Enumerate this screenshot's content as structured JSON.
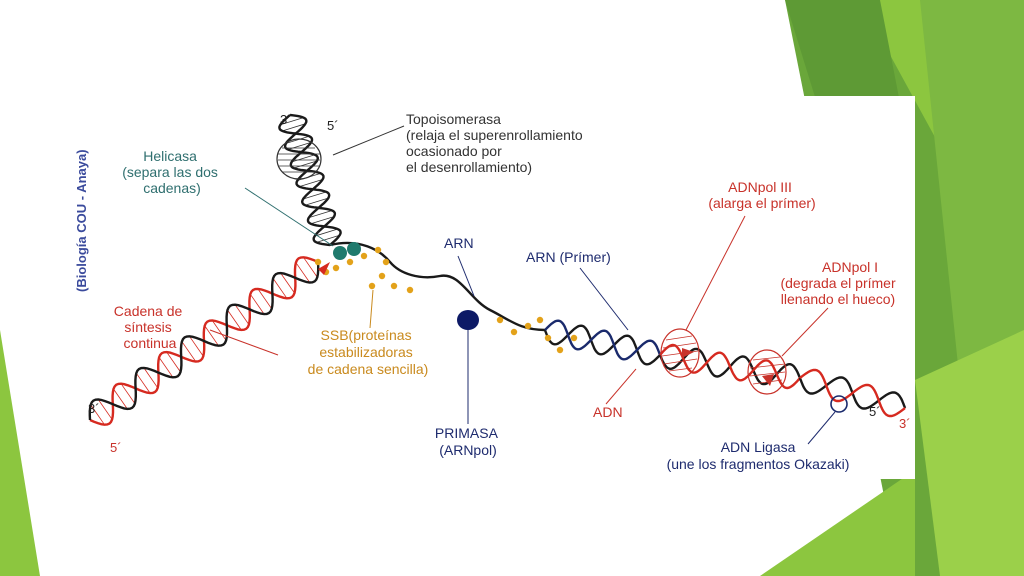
{
  "colors": {
    "green_light": "#8cc63f",
    "green_mid": "#6aa73a",
    "green_dark": "#4f8f2e",
    "label_red": "#c8322a",
    "label_teal": "#2f6f6f",
    "label_navy": "#1e2b6e",
    "label_orange": "#c98a1e",
    "label_black": "#333333",
    "strand_black": "#1a1a1a",
    "strand_red": "#d62a20",
    "strand_navy": "#1a2a6c",
    "ssb_yellow": "#e3a21a",
    "helicase_teal": "#1f7a6d",
    "primasa_navy": "#0d1a66"
  },
  "side_label": "(Biología COU - Anaya)",
  "strand_ends": {
    "top_3": "3´",
    "top_5": "5´",
    "left_3": "3´",
    "left_5": "5´",
    "right_5": "5´",
    "right_3": "3´"
  },
  "labels": {
    "topoisomerasa": [
      "Topoisomerasa",
      "(relaja el superenrollamiento",
      "ocasionado por",
      "el desenrollamiento)"
    ],
    "helicasa": [
      "Helicasa",
      "(separa las dos",
      "cadenas)"
    ],
    "cadena": [
      "Cadena de",
      "síntesis",
      "continua"
    ],
    "ssb": [
      "SSB(proteínas",
      "estabilizadoras",
      "de cadena sencilla)"
    ],
    "arn": [
      "ARN"
    ],
    "primasa": [
      "PRIMASA",
      "(ARNpol)"
    ],
    "arn_primer": [
      "ARN (Prímer)"
    ],
    "adn": [
      "ADN"
    ],
    "adnpol3": [
      "ADNpol III",
      "(alarga el prímer)"
    ],
    "adnpol1": [
      "ADNpol I",
      "(degrada el prímer",
      "llenando el hueco)"
    ],
    "ligasa": [
      "ADN Ligasa",
      "(une los fragmentos Okazaki)"
    ]
  }
}
